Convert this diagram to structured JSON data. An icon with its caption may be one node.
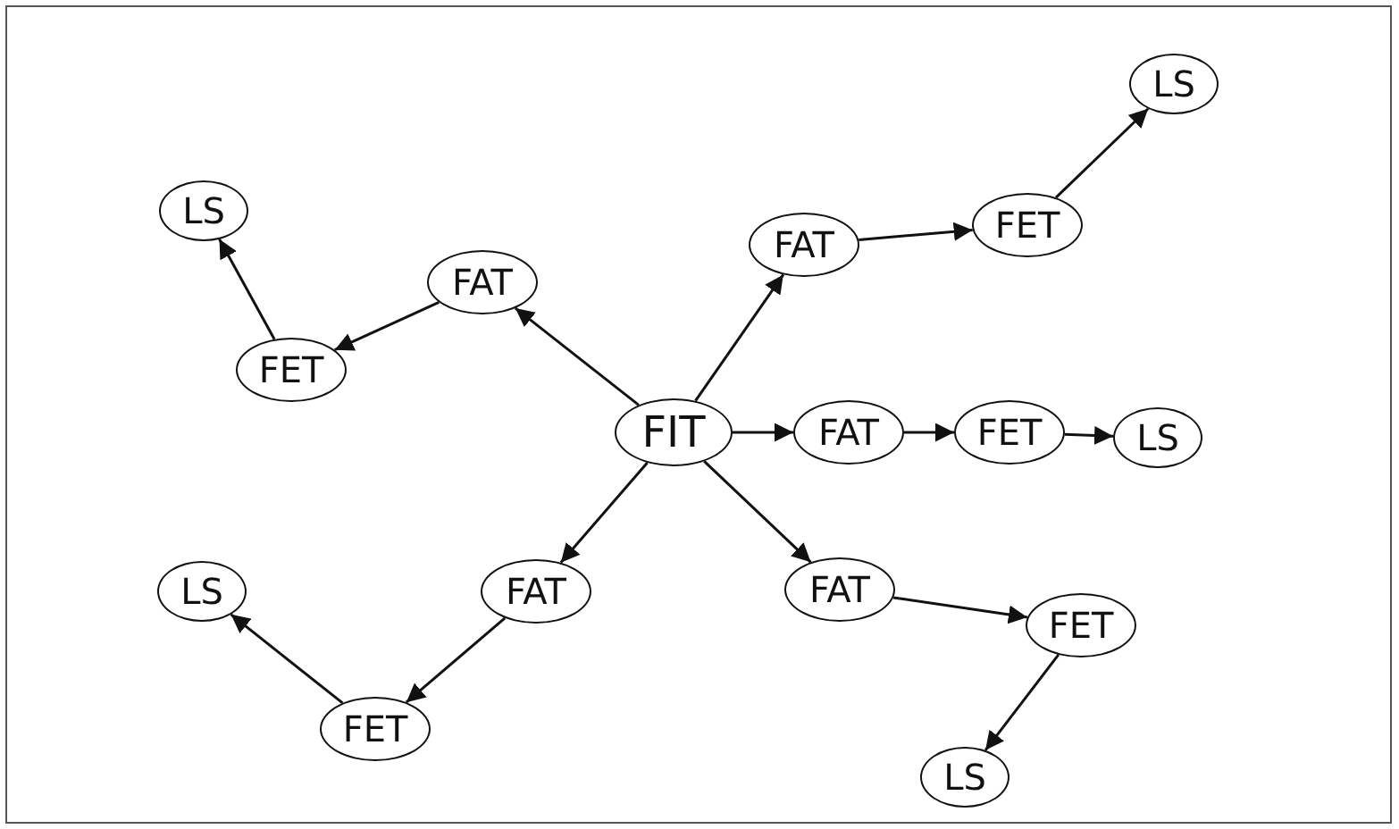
{
  "diagram": {
    "nodes": [
      {
        "text": [
          "FIT"
        ]
      },
      {
        "text": [
          "FAT"
        ]
      },
      {
        "text": [
          "FET"
        ]
      },
      {
        "text": [
          "LS"
        ]
      },
      {
        "text": [
          "FAT"
        ]
      },
      {
        "text": [
          "FET"
        ]
      },
      {
        "text": [
          "LS"
        ]
      },
      {
        "text": [
          "FAT"
        ]
      },
      {
        "text": [
          "FET"
        ]
      },
      {
        "text": [
          "LS"
        ]
      },
      {
        "text": [
          "FAT"
        ]
      },
      {
        "text": [
          "FET"
        ]
      },
      {
        "text": [
          "LS"
        ]
      },
      {
        "text": [
          "FAT"
        ]
      },
      {
        "text": [
          "FET"
        ]
      },
      {
        "text": [
          "LS"
        ]
      }
    ],
    "edges": [
      {
        "from": 0,
        "to": 1,
        "arrow": "to"
      },
      {
        "from": 1,
        "to": 2,
        "arrow": "to"
      },
      {
        "from": 2,
        "to": 3,
        "arrow": "to"
      },
      {
        "from": 0,
        "to": 4,
        "arrow": "to"
      },
      {
        "from": 4,
        "to": 5,
        "arrow": "to"
      },
      {
        "from": 5,
        "to": 6,
        "arrow": "to"
      },
      {
        "from": 0,
        "to": 7,
        "arrow": "to"
      },
      {
        "from": 7,
        "to": 8,
        "arrow": "to"
      },
      {
        "from": 8,
        "to": 9,
        "arrow": "to"
      },
      {
        "from": 0,
        "to": 10,
        "arrow": "to"
      },
      {
        "from": 10,
        "to": 11,
        "arrow": "to"
      },
      {
        "from": 11,
        "to": 12,
        "arrow": "to"
      },
      {
        "from": 0,
        "to": 13,
        "arrow": "to"
      },
      {
        "from": 13,
        "to": 14,
        "arrow": "to"
      },
      {
        "from": 14,
        "to": 15,
        "arrow": "to"
      }
    ]
  }
}
